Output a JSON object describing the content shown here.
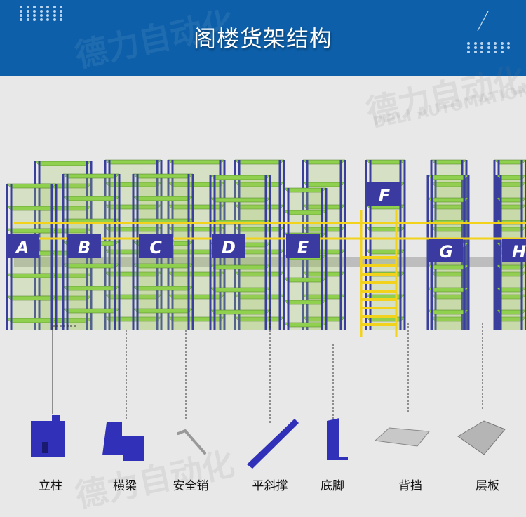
{
  "header": {
    "title": "阁楼货架结构",
    "watermark_cn": "德力自动化",
    "watermark_en": "DELI AUTOMATION"
  },
  "sections": [
    "A",
    "B",
    "C",
    "D",
    "E",
    "F",
    "G",
    "H"
  ],
  "parts": [
    {
      "label": "立柱",
      "icon": "upright-column-icon"
    },
    {
      "label": "横梁",
      "icon": "beam-icon"
    },
    {
      "label": "安全销",
      "icon": "safety-pin-icon"
    },
    {
      "label": "平斜撑",
      "icon": "bracing-icon"
    },
    {
      "label": "底脚",
      "icon": "base-plate-icon"
    },
    {
      "label": "背挡",
      "icon": "back-panel-icon"
    },
    {
      "label": "层板",
      "icon": "shelf-panel-icon"
    }
  ],
  "colors": {
    "header": "#0d5fa9",
    "frame": "#3a3f9e",
    "shelf": "#8fd14f",
    "rail": "#f2d21b",
    "label_bg": "#3a3aa0"
  }
}
